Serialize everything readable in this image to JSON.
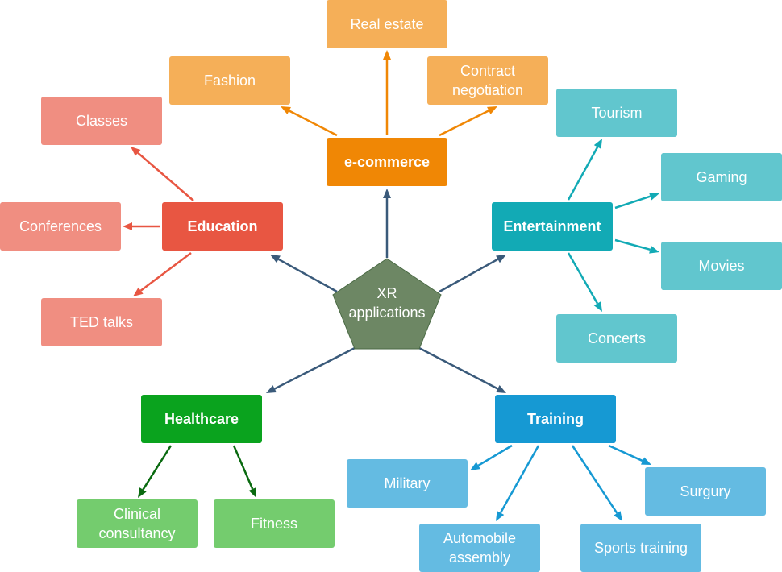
{
  "center": {
    "label": "XR\napplications",
    "fill": "#6d8764"
  },
  "hubs": {
    "ecommerce": {
      "label": "e-commerce",
      "color": "#f08705"
    },
    "education": {
      "label": "Education",
      "color": "#e85642"
    },
    "entertainment": {
      "label": "Entertainment",
      "color": "#12aab5"
    },
    "healthcare": {
      "label": "Healthcare",
      "color": "#0aa31e"
    },
    "training": {
      "label": "Training",
      "color": "#1699d3"
    }
  },
  "leaves": {
    "fashion": {
      "label": "Fashion",
      "color": "#f5af58"
    },
    "real_estate": {
      "label": "Real estate",
      "color": "#f5af58"
    },
    "contract_negotiation": {
      "label": "Contract\nnegotiation",
      "color": "#f5af58"
    },
    "classes": {
      "label": "Classes",
      "color": "#f08e81"
    },
    "conferences": {
      "label": "Conferences",
      "color": "#f08e81"
    },
    "ted_talks": {
      "label": "TED talks",
      "color": "#f08e81"
    },
    "tourism": {
      "label": "Tourism",
      "color": "#61c6ce"
    },
    "gaming": {
      "label": "Gaming",
      "color": "#61c6ce"
    },
    "movies": {
      "label": "Movies",
      "color": "#61c6ce"
    },
    "concerts": {
      "label": "Concerts",
      "color": "#61c6ce"
    },
    "clinical_consultancy": {
      "label": "Clinical\nconsultancy",
      "color": "#74cc6e"
    },
    "fitness": {
      "label": "Fitness",
      "color": "#74cc6e"
    },
    "military": {
      "label": "Military",
      "color": "#64bbe2"
    },
    "automobile_assembly": {
      "label": "Automobile\nassembly",
      "color": "#64bbe2"
    },
    "sports_training": {
      "label": "Sports training",
      "color": "#64bbe2"
    },
    "surgury": {
      "label": "Surgury",
      "color": "#64bbe2"
    }
  },
  "edge_colors": {
    "center": "#3a5a7a",
    "ecommerce": "#f08705",
    "education": "#e85642",
    "entertainment": "#12aab5",
    "healthcare": "#0a6a10",
    "training": "#1699d3"
  }
}
